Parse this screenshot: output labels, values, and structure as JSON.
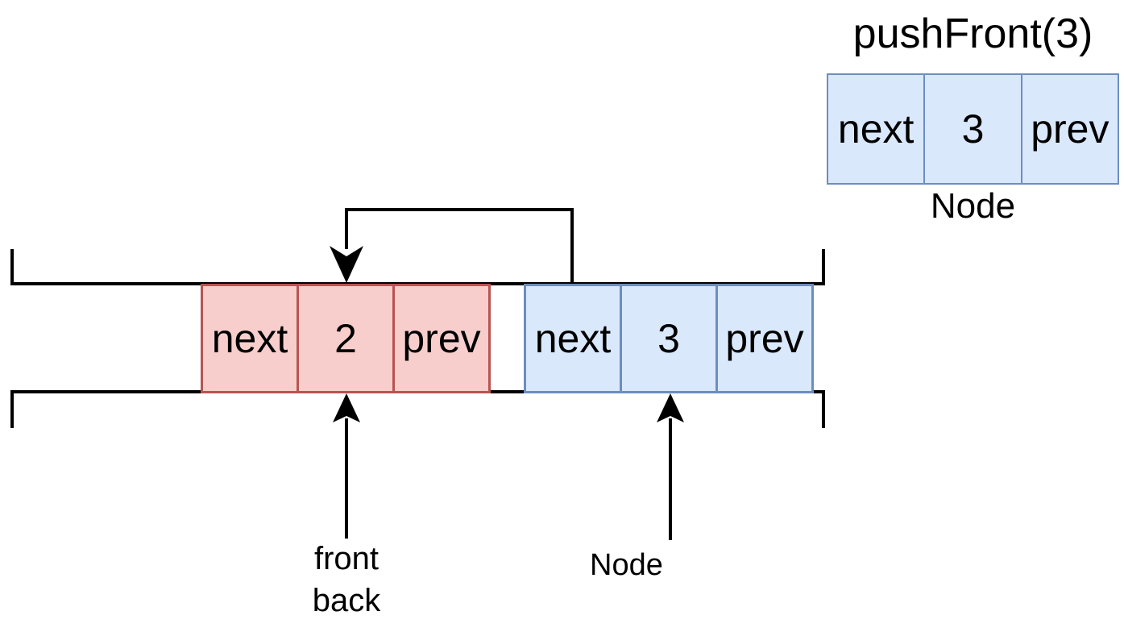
{
  "title": "pushFront(3)",
  "colors": {
    "node_blue_fill": "#dae8fc",
    "node_blue_stroke": "#6c8ebf",
    "node_red_fill": "#f8cecc",
    "node_red_stroke": "#b85450",
    "line_color": "#000000"
  },
  "new_node": {
    "next_label": "next",
    "value": "3",
    "prev_label": "prev",
    "caption": "Node"
  },
  "list": {
    "front_node": {
      "next_label": "next",
      "value": "2",
      "prev_label": "prev"
    },
    "back_node": {
      "next_label": "next",
      "value": "3",
      "prev_label": "prev"
    }
  },
  "labels": {
    "front": "front",
    "back": "back",
    "node": "Node"
  }
}
